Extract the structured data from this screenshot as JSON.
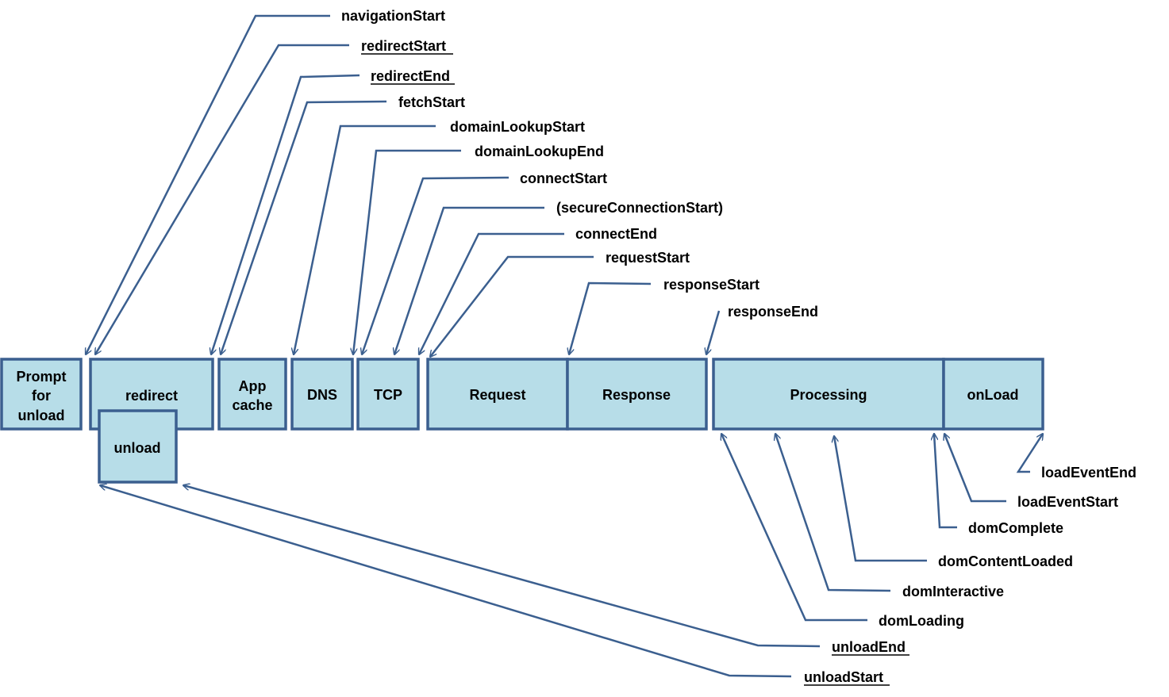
{
  "phases": {
    "prompt_for_unload": [
      "Prompt",
      "for",
      "unload"
    ],
    "redirect": "redirect",
    "unload": "unload",
    "app_cache": [
      "App",
      "cache"
    ],
    "dns": "DNS",
    "tcp": "TCP",
    "request": "Request",
    "response": "Response",
    "processing": "Processing",
    "onload": "onLoad"
  },
  "events": {
    "navigationStart": "navigationStart",
    "redirectStart": "redirectStart",
    "redirectEnd": "redirectEnd",
    "fetchStart": "fetchStart",
    "domainLookupStart": "domainLookupStart",
    "domainLookupEnd": "domainLookupEnd",
    "connectStart": "connectStart",
    "secureConnectionStart": "(secureConnectionStart)",
    "connectEnd": "connectEnd",
    "requestStart": "requestStart",
    "responseStart": "responseStart",
    "responseEnd": "responseEnd",
    "loadEventEnd": "loadEventEnd",
    "loadEventStart": "loadEventStart",
    "domComplete": "domComplete",
    "domContentLoaded": "domContentLoaded",
    "domInteractive": "domInteractive",
    "domLoading": "domLoading",
    "unloadEnd": "unloadEnd",
    "unloadStart": "unloadStart"
  },
  "colors": {
    "box_fill": "#b7dde8",
    "box_stroke": "#3b5f8f",
    "leader": "#3b5f8f"
  }
}
